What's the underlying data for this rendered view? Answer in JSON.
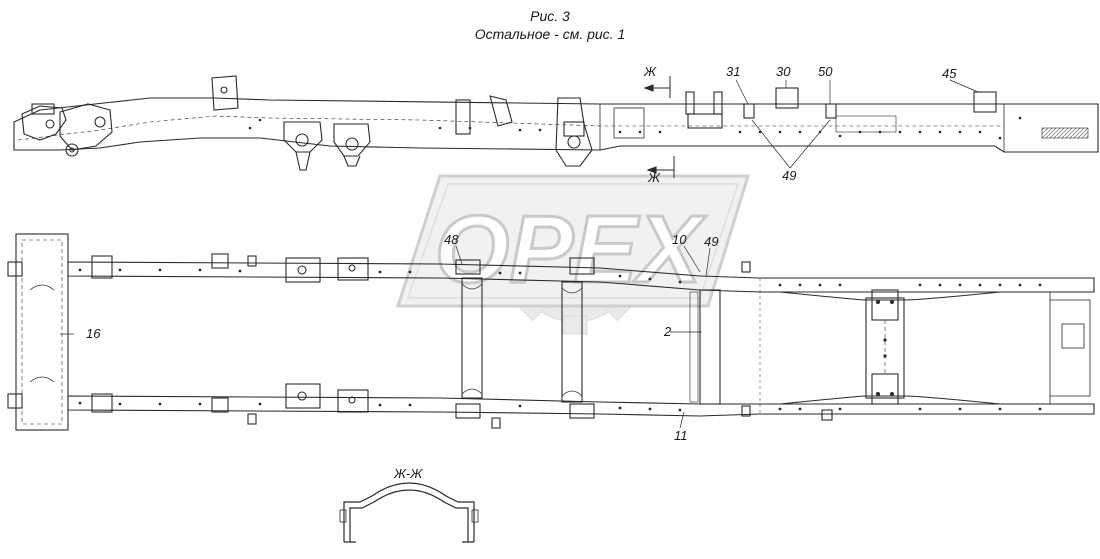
{
  "header": {
    "figure_title": "Рис. 3",
    "subtitle": "Остальное - см. рис. 1"
  },
  "section": {
    "marker": "Ж",
    "view_title": "Ж-Ж"
  },
  "watermark": {
    "logo_text": "OPEX",
    "color": "#b8b8b8"
  },
  "side_view_callouts": {
    "c31": "31",
    "c30": "30",
    "c50": "50",
    "c45": "45",
    "c49": "49"
  },
  "top_view_callouts": {
    "c48": "48",
    "c10": "10",
    "c49": "49",
    "c16": "16",
    "c2": "2",
    "c11": "11"
  },
  "colors": {
    "line": "#2a2a2a",
    "background": "#ffffff"
  }
}
